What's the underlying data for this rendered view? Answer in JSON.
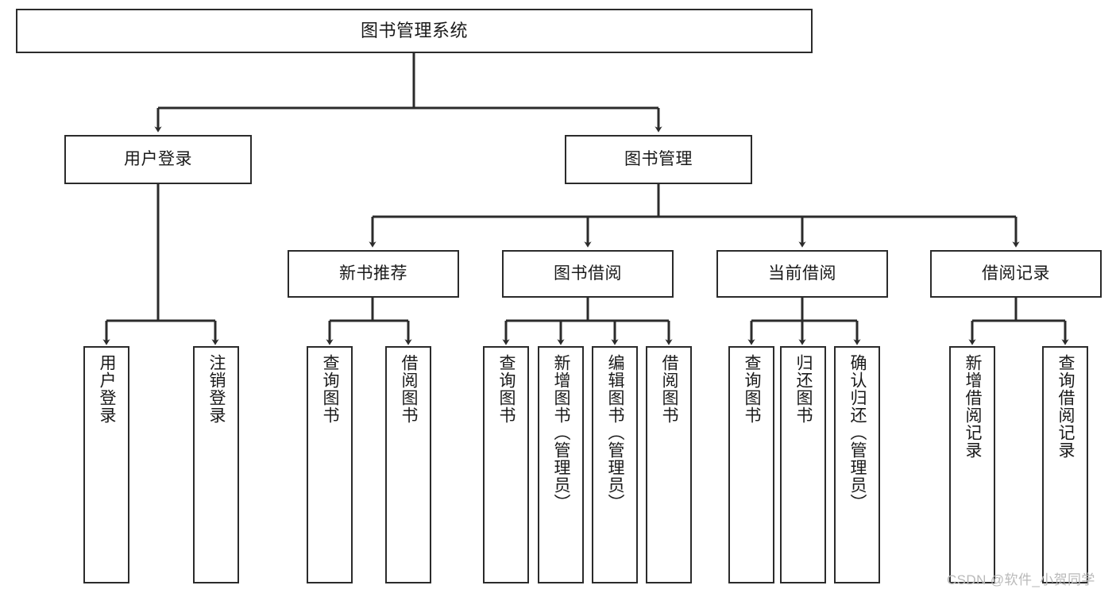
{
  "diagram": {
    "title": "图书管理系统",
    "type": "tree",
    "orientation": "top-down",
    "line_color": "#2b2b2b",
    "box_fill": "#ffffff",
    "box_border": "#2b2b2b"
  },
  "nodes": {
    "root": {
      "label": "图书管理系统",
      "level": 1
    },
    "l2": [
      {
        "label": "用户登录",
        "level": 2
      },
      {
        "label": "图书管理",
        "level": 2
      }
    ],
    "l3": [
      {
        "label": "新书推荐",
        "level": 3
      },
      {
        "label": "图书借阅",
        "level": 3
      },
      {
        "label": "当前借阅",
        "level": 3
      },
      {
        "label": "借阅记录",
        "level": 3
      }
    ],
    "leaves": {
      "user_login": [
        {
          "label": "用户登录"
        },
        {
          "label": "注销登录"
        }
      ],
      "new_book": [
        {
          "label": "查询图书"
        },
        {
          "label": "借阅图书"
        }
      ],
      "book_borrow": [
        {
          "label": "查询图书"
        },
        {
          "label": "新增图书（管理员）"
        },
        {
          "label": "编辑图书（管理员）"
        },
        {
          "label": "借阅图书"
        }
      ],
      "current_borrow": [
        {
          "label": "查询图书"
        },
        {
          "label": "归还图书"
        },
        {
          "label": "确认归还（管理员）"
        }
      ],
      "borrow_record": [
        {
          "label": "新增借阅记录"
        },
        {
          "label": "查询借阅记录"
        }
      ]
    }
  },
  "watermark": {
    "text": "CSDN @软件_小贺同学"
  }
}
